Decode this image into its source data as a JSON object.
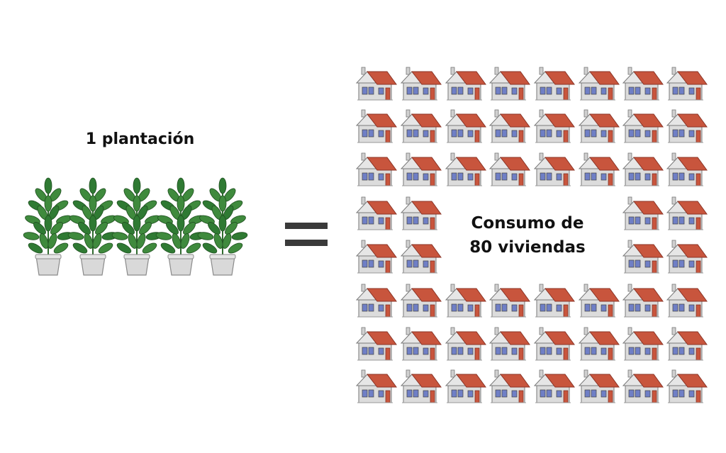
{
  "left_label": "1 plantación",
  "center_text": {
    "line1": "Consumo de",
    "line2": "80 viviendas"
  },
  "plant_count": 5,
  "house_count": 56,
  "colors": {
    "roof": "#c8553d",
    "wall": "#dcdcdc",
    "window": "#6f7fc6",
    "door": "#c8553d",
    "leaf": "#3f8a3d",
    "pot": "#d9d9d9",
    "equals": "#3a3a3a"
  },
  "icons": {
    "plant": "potted-plant-icon",
    "house": "house-icon"
  }
}
